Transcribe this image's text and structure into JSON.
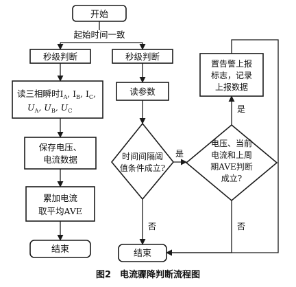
{
  "nodes": {
    "start": "开始",
    "sync": "起始时间一致",
    "sec_left": "秒级判断",
    "sec_mid": "秒级判断",
    "read_inst": [
      "读三相瞬时I",
      "A",
      ", I",
      "B",
      ", I",
      "C",
      ",",
      "U",
      "A",
      ", U",
      "B",
      ", U",
      "C"
    ],
    "save": [
      "保存电压、",
      "电流数据"
    ],
    "accum": [
      "累加电流",
      "取平均AVE"
    ],
    "end_left": "结束",
    "read_param": "读参数",
    "interval_check": [
      "时间间隔阈",
      "值条件成立?"
    ],
    "compare_check": [
      "电压、当前",
      "电流和上周",
      "期AVE判断",
      "成立?"
    ],
    "alarm": [
      "置告警上报",
      "标志，记录",
      "上报数据"
    ],
    "end_right": "结束"
  },
  "edge_labels": {
    "yes_interval": "是",
    "no_interval": "否",
    "yes_compare": "是",
    "no_compare": "否"
  },
  "caption": "图2　电流骤降判断流程图"
}
